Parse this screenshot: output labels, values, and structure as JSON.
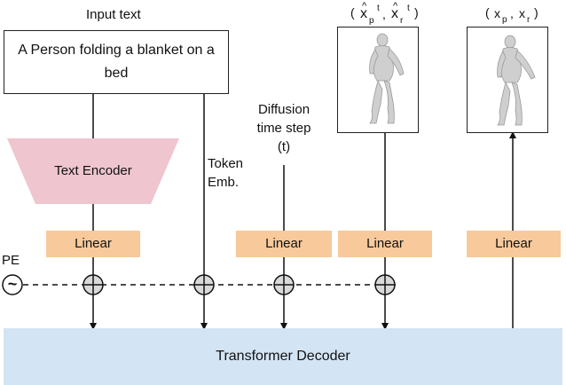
{
  "input": {
    "heading": "Input text",
    "text": "A Person folding a blanket on a bed"
  },
  "encoder": {
    "label": "Text Encoder"
  },
  "token_emb": {
    "line1": "Token",
    "line2": "Emb."
  },
  "diffusion": {
    "line1": "Diffusion",
    "line2": "time step",
    "line3": "(t)"
  },
  "noisy_output": {
    "open": "(",
    "xp_hat": "x",
    "hat": "^",
    "sub_p": "p",
    "sup_t": "t",
    "comma": ",",
    "xr_hat": "x",
    "sub_r": "r",
    "close": ")"
  },
  "clean_output": {
    "open": "(",
    "xp": "x",
    "sub_p": "p",
    "comma": ",",
    "xr": "x",
    "sub_r": "r",
    "close": ")"
  },
  "linear_label": "Linear",
  "pe": {
    "label": "PE",
    "symbol": "~"
  },
  "decoder": {
    "label": "Transformer Decoder"
  },
  "colors": {
    "linear": "#f8c99a",
    "encoder": "#efc5cf",
    "decoder": "#d3e4f5",
    "figure": "#cfcfcf"
  }
}
